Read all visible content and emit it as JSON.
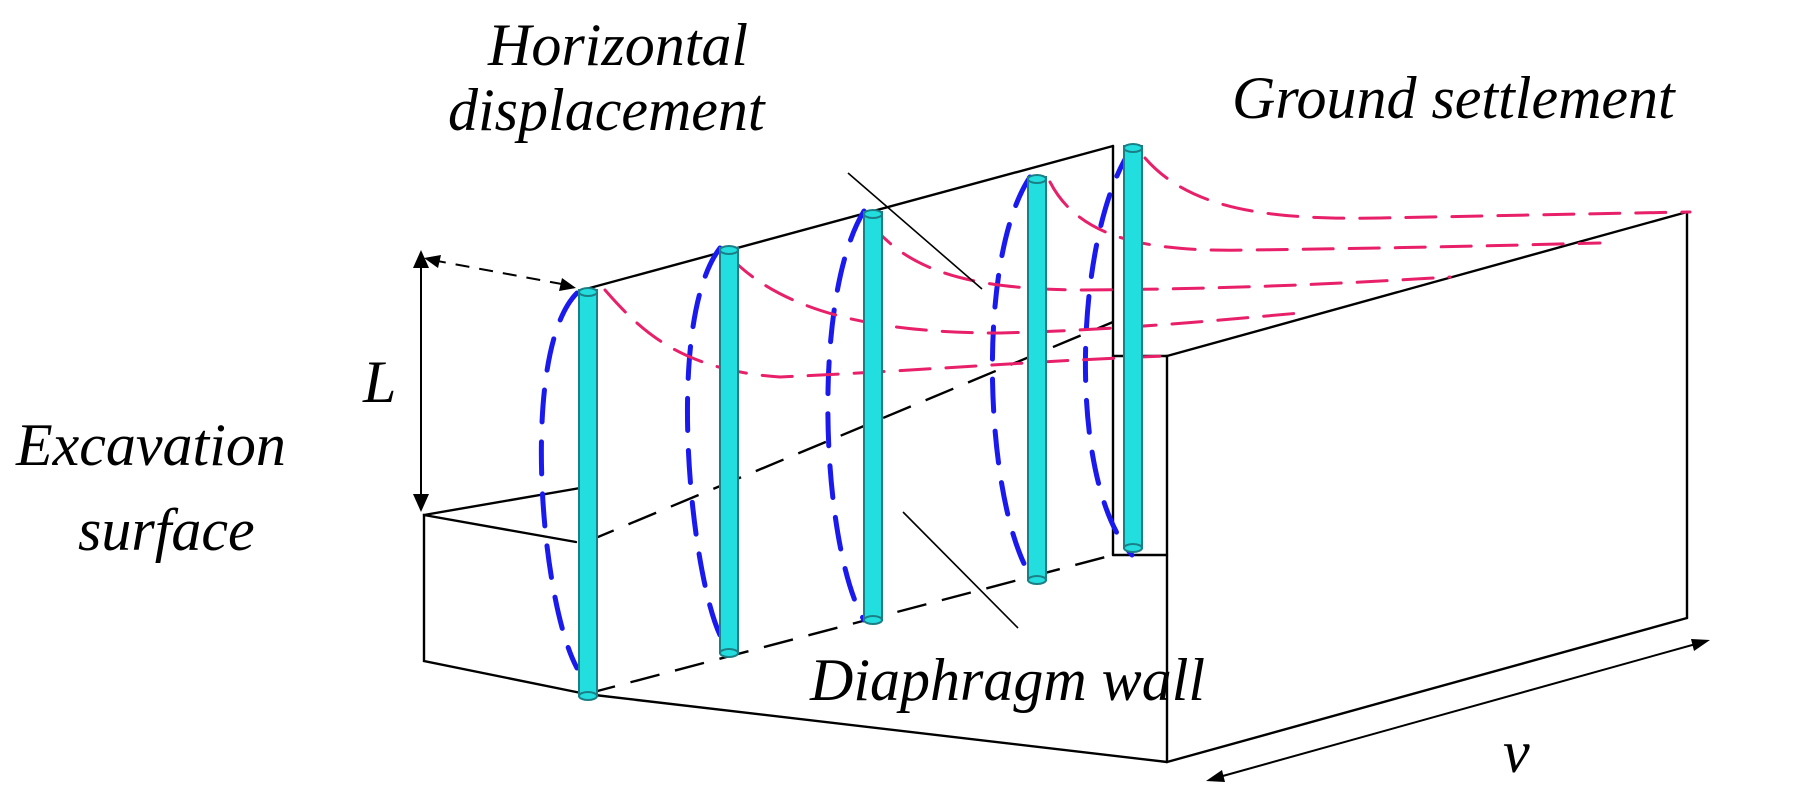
{
  "labels": {
    "horizontal_line1": "Horizontal",
    "horizontal_line2": "displacement",
    "ground_settlement": "Ground settlement",
    "excavation_line1": "Excavation",
    "excavation_line2": "surface",
    "depth_symbol": "L",
    "diaphragm_wall": "Diaphragm wall",
    "length_symbol": "v"
  },
  "colors": {
    "outline": "#000000",
    "pile_fill": "#22dede",
    "pile_stroke": "#1a7f86",
    "horizontal_curve": "#1a1aee",
    "settlement_curve": "#e8206a"
  }
}
